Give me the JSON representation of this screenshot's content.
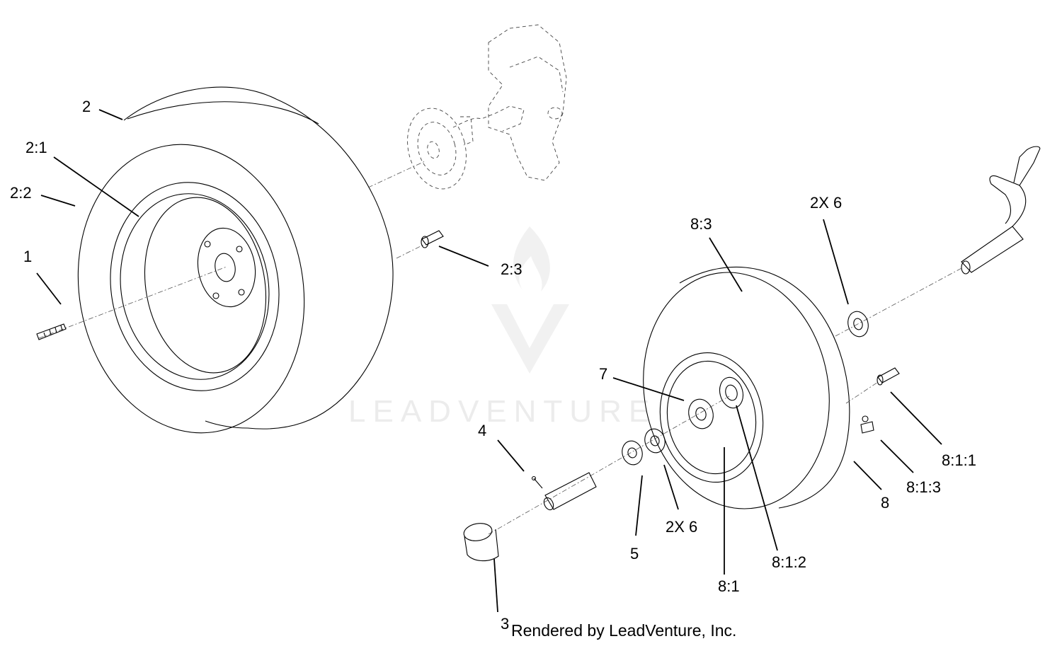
{
  "callouts": {
    "c2": "2",
    "c21": "2:1",
    "c22": "2:2",
    "c1": "1",
    "c23": "2:3",
    "c83": "8:3",
    "c2x6a": "2X 6",
    "c7": "7",
    "c4": "4",
    "c5": "5",
    "c2x6b": "2X 6",
    "c3": "3",
    "c81": "8:1",
    "c812": "8:1:2",
    "c811": "8:1:1",
    "c813": "8:1:3",
    "c8": "8"
  },
  "caption": "Rendered by LeadVenture, Inc.",
  "watermark": "LEADVENTURE",
  "colors": {
    "line": "#000000",
    "watermark": "#ececec"
  }
}
